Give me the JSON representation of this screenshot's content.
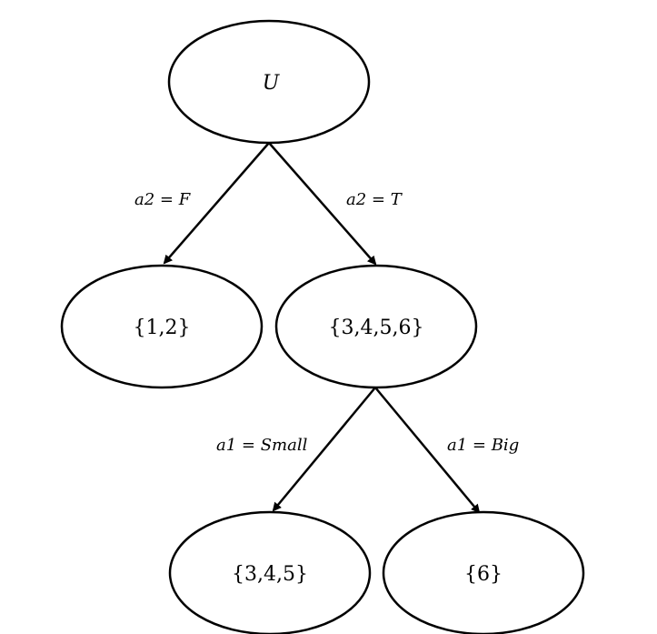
{
  "nodes": {
    "root": "U",
    "left": "{1,2}",
    "mid": "{3,4,5,6}",
    "bottom_left": "{3,4,5}",
    "bottom_right": "{6}"
  },
  "edges": {
    "a2_false": "a2 = F",
    "a2_true": "a2 = T",
    "a1_small": "a1 = Small",
    "a1_big": "a1 = Big"
  }
}
